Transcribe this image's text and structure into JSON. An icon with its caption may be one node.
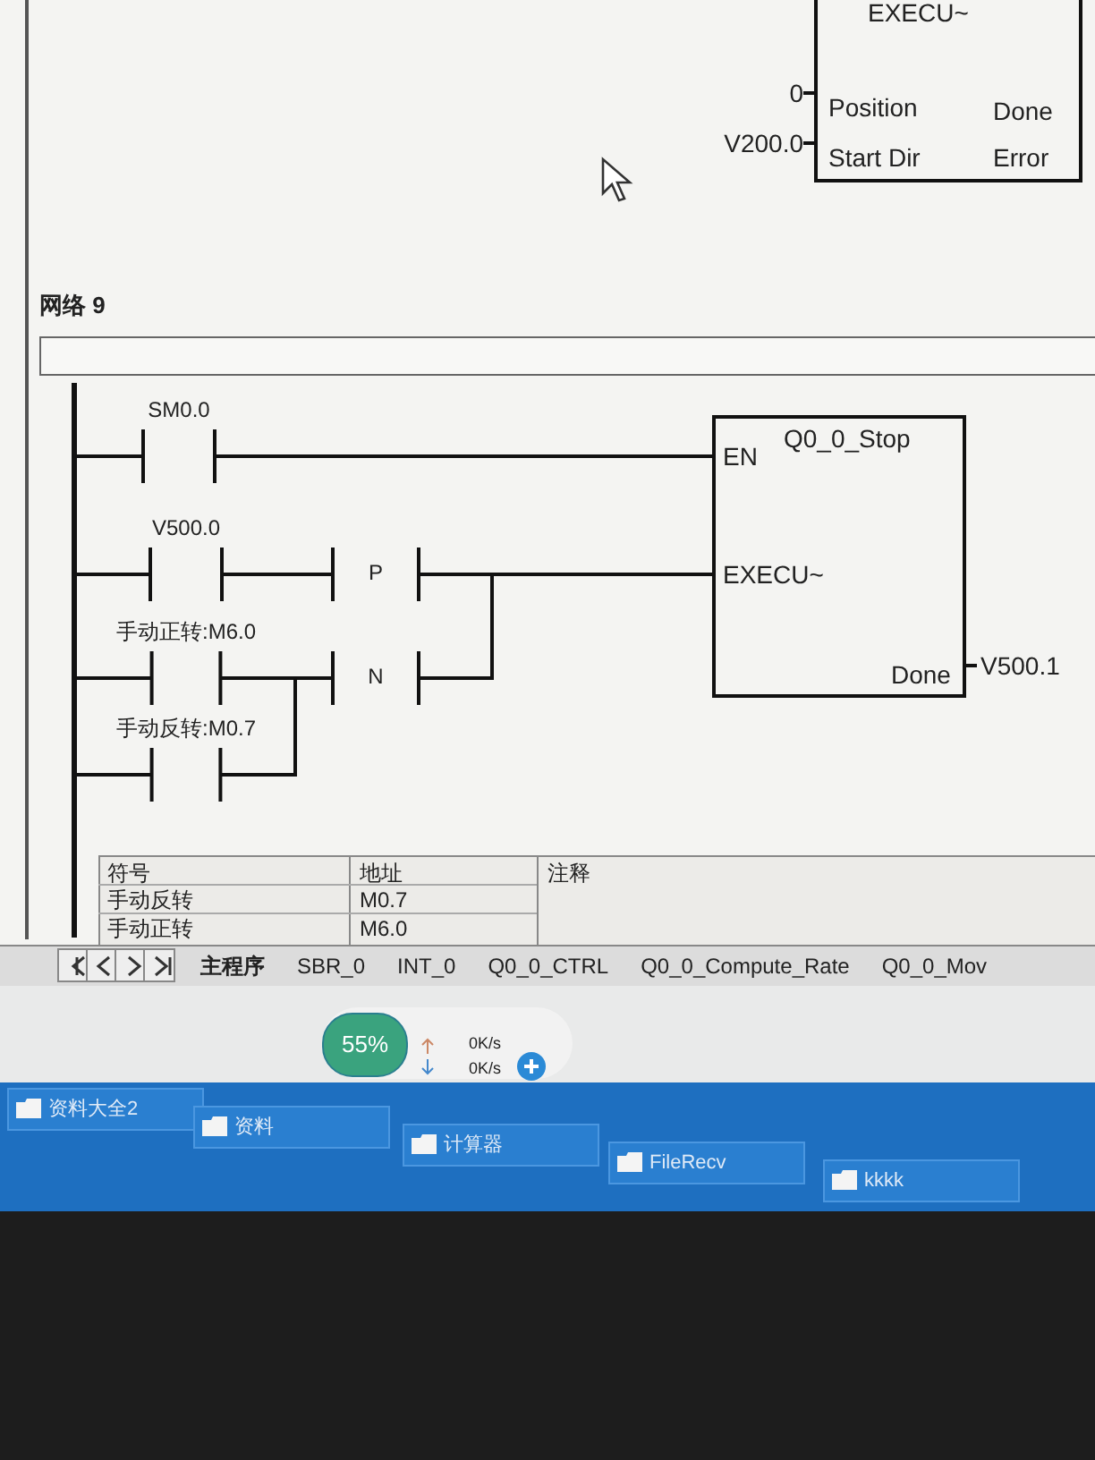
{
  "diagram": {
    "nodes": [
      {
        "text": [
          "EXECU~",
          "Position",
          "Start Dir",
          "Done",
          "Error"
        ],
        "beside": [
          "0",
          "V200.0"
        ]
      },
      {
        "text": [],
        "shape": "bar"
      },
      {
        "text": [
          "SM0.0"
        ]
      },
      {
        "text": [
          "V500.0"
        ]
      },
      {
        "text": [
          "P"
        ]
      },
      {
        "text": [
          "手动正转:M6.0"
        ]
      },
      {
        "text": [
          "N"
        ]
      },
      {
        "text": [
          "手动反转:M0.7"
        ]
      },
      {
        "text": [
          "Q0_0_Stop",
          "EN",
          "EXECU~",
          "Done"
        ],
        "beside": [
          "V500.1"
        ]
      }
    ],
    "edges": [
      {
        "from": 1,
        "to": 2,
        "arrow": "none"
      },
      {
        "from": 1,
        "to": 3,
        "arrow": "none"
      },
      {
        "from": 1,
        "to": 5,
        "arrow": "none"
      },
      {
        "from": 1,
        "to": 7,
        "arrow": "none"
      },
      {
        "from": 2,
        "to": 8,
        "arrow": "none"
      },
      {
        "from": 3,
        "to": 4,
        "arrow": "none"
      },
      {
        "from": 5,
        "to": 6,
        "arrow": "none"
      },
      {
        "from": 7,
        "to": 6,
        "arrow": "none"
      },
      {
        "from": 4,
        "to": 8,
        "arrow": "none"
      },
      {
        "from": 6,
        "to": 8,
        "arrow": "none"
      }
    ],
    "labels": [
      "网络 9",
      "符号",
      "地址",
      "注释",
      "手动反转",
      "M0.7",
      "手动正转",
      "M6.0",
      "主程序",
      "SBR_0",
      "INT_0",
      "Q0_0_CTRL",
      "Q0_0_Compute_Rate",
      "Q0_0_Mov",
      "55%",
      "0K/s",
      "0K/s",
      "资料大全2",
      "资料",
      "计算器",
      "FileRecv",
      "kkkk"
    ]
  }
}
